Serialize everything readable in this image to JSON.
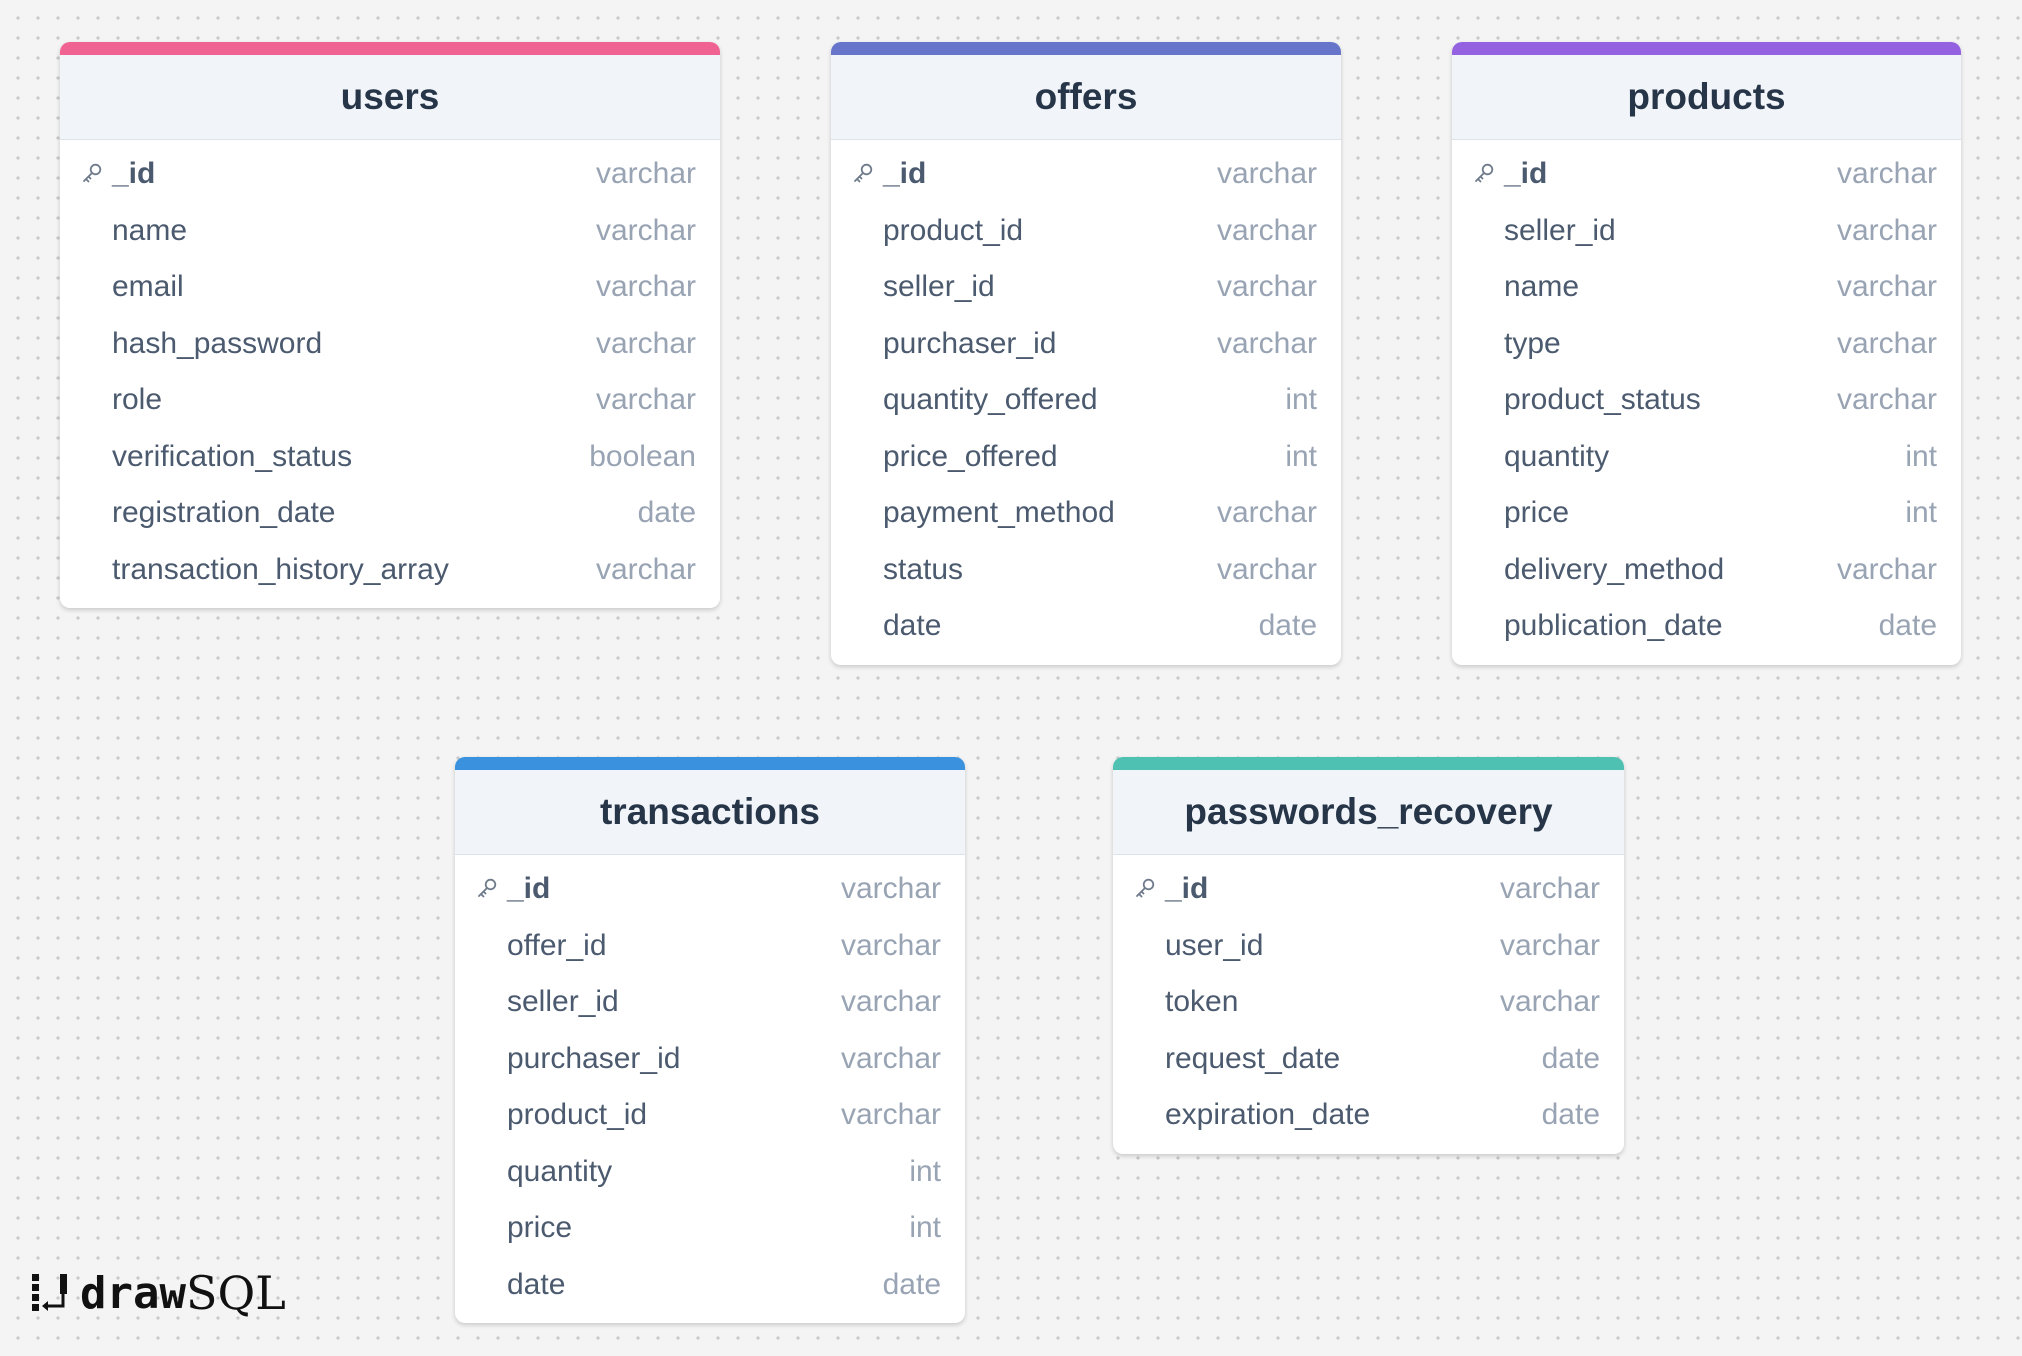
{
  "app": {
    "logo_draw": "draw",
    "logo_sql": "SQL"
  },
  "tables": [
    {
      "name": "users",
      "accent": "#f06292",
      "columns": [
        {
          "name": "_id",
          "type": "varchar",
          "pk": true
        },
        {
          "name": "name",
          "type": "varchar"
        },
        {
          "name": "email",
          "type": "varchar"
        },
        {
          "name": "hash_password",
          "type": "varchar"
        },
        {
          "name": "role",
          "type": "varchar"
        },
        {
          "name": "verification_status",
          "type": "boolean"
        },
        {
          "name": "registration_date",
          "type": "date"
        },
        {
          "name": "transaction_history_array",
          "type": "varchar"
        }
      ]
    },
    {
      "name": "offers",
      "accent": "#6674c9",
      "columns": [
        {
          "name": "_id",
          "type": "varchar",
          "pk": true
        },
        {
          "name": "product_id",
          "type": "varchar"
        },
        {
          "name": "seller_id",
          "type": "varchar"
        },
        {
          "name": "purchaser_id",
          "type": "varchar"
        },
        {
          "name": "quantity_offered",
          "type": "int"
        },
        {
          "name": "price_offered",
          "type": "int"
        },
        {
          "name": "payment_method",
          "type": "varchar"
        },
        {
          "name": "status",
          "type": "varchar"
        },
        {
          "name": "date",
          "type": "date"
        }
      ]
    },
    {
      "name": "products",
      "accent": "#9461e0",
      "columns": [
        {
          "name": "_id",
          "type": "varchar",
          "pk": true
        },
        {
          "name": "seller_id",
          "type": "varchar"
        },
        {
          "name": "name",
          "type": "varchar"
        },
        {
          "name": "type",
          "type": "varchar"
        },
        {
          "name": "product_status",
          "type": "varchar"
        },
        {
          "name": "quantity",
          "type": "int"
        },
        {
          "name": "price",
          "type": "int"
        },
        {
          "name": "delivery_method",
          "type": "varchar"
        },
        {
          "name": "publication_date",
          "type": "date"
        }
      ]
    },
    {
      "name": "transactions",
      "accent": "#3a91dd",
      "columns": [
        {
          "name": "_id",
          "type": "varchar",
          "pk": true
        },
        {
          "name": "offer_id",
          "type": "varchar"
        },
        {
          "name": "seller_id",
          "type": "varchar"
        },
        {
          "name": "purchaser_id",
          "type": "varchar"
        },
        {
          "name": "product_id",
          "type": "varchar"
        },
        {
          "name": "quantity",
          "type": "int"
        },
        {
          "name": "price",
          "type": "int"
        },
        {
          "name": "date",
          "type": "date"
        }
      ]
    },
    {
      "name": "passwords_recovery",
      "accent": "#4fc1b2",
      "columns": [
        {
          "name": "_id",
          "type": "varchar",
          "pk": true
        },
        {
          "name": "user_id",
          "type": "varchar"
        },
        {
          "name": "token",
          "type": "varchar"
        },
        {
          "name": "request_date",
          "type": "date"
        },
        {
          "name": "expiration_date",
          "type": "date"
        }
      ]
    }
  ]
}
